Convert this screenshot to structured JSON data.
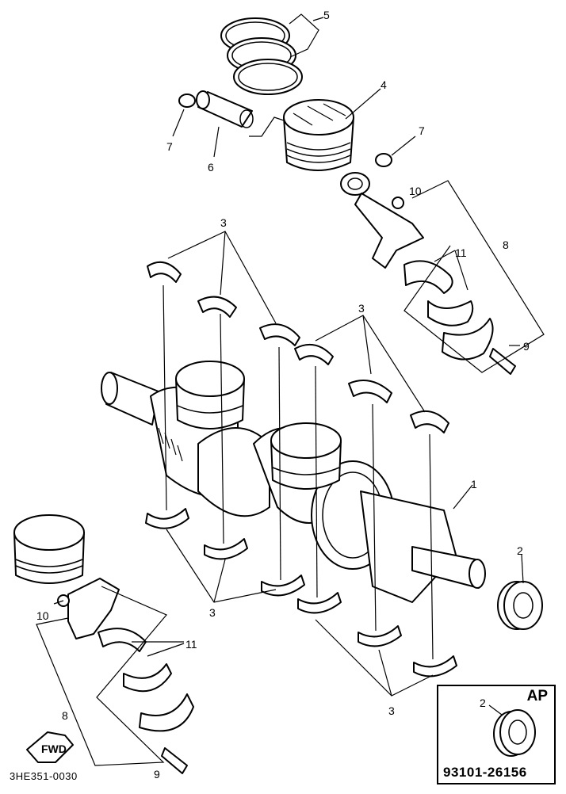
{
  "diagram": {
    "callouts": {
      "crankshaft": "1",
      "oil_seal": "2",
      "bearing_set_top_left": "3",
      "bearing_set_top_right": "3",
      "bearing_set_bottom_left": "3",
      "bearing_set_bottom_right": "3",
      "piston": "4",
      "piston_ring_set": "5",
      "piston_pin": "6",
      "circlip_left": "7",
      "circlip_right": "7",
      "conrod_assembly_right": "8",
      "conrod_assembly_left": "8",
      "conrod_bolt_right": "9",
      "conrod_bolt_left": "9",
      "conrod_nut_right": "10",
      "conrod_nut_left": "10",
      "big_end_bearing_right": "11",
      "big_end_bearing_left": "11"
    },
    "fwd_arrow_label": "FWD",
    "reference_code": "3HE351-0030"
  },
  "inset": {
    "label": "AP",
    "callout": "2",
    "part_number": "93101-26156"
  }
}
